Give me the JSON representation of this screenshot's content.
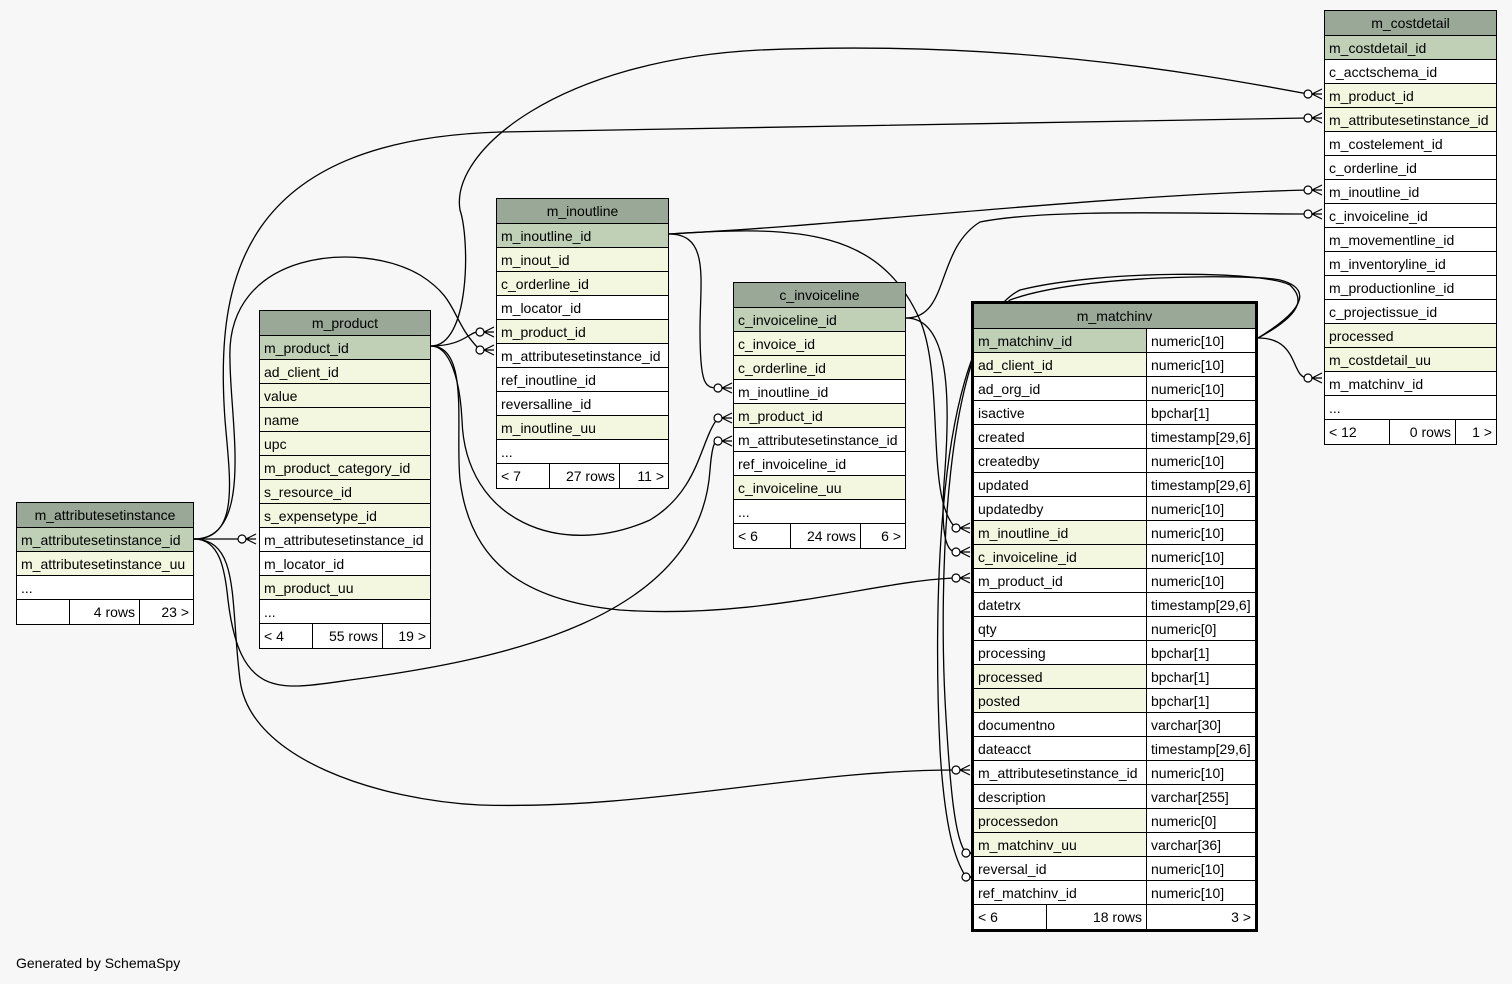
{
  "footer": "Generated by SchemaSpy",
  "tables": {
    "m_attributesetinstance": {
      "name": "m_attributesetinstance",
      "columns": [
        {
          "name": "m_attributesetinstance_id",
          "kind": "pk"
        },
        {
          "name": "m_attributesetinstance_uu",
          "kind": "idx"
        },
        {
          "name": "...",
          "kind": "plain"
        }
      ],
      "footer": {
        "left": "",
        "mid": "4 rows",
        "right": "23 >"
      }
    },
    "m_product": {
      "name": "m_product",
      "columns": [
        {
          "name": "m_product_id",
          "kind": "pk"
        },
        {
          "name": "ad_client_id",
          "kind": "idx"
        },
        {
          "name": "value",
          "kind": "idx"
        },
        {
          "name": "name",
          "kind": "idx"
        },
        {
          "name": "upc",
          "kind": "idx"
        },
        {
          "name": "m_product_category_id",
          "kind": "idx"
        },
        {
          "name": "s_resource_id",
          "kind": "idx"
        },
        {
          "name": "s_expensetype_id",
          "kind": "idx"
        },
        {
          "name": "m_attributesetinstance_id",
          "kind": "plain"
        },
        {
          "name": "m_locator_id",
          "kind": "plain"
        },
        {
          "name": "m_product_uu",
          "kind": "idx"
        },
        {
          "name": "...",
          "kind": "plain"
        }
      ],
      "footer": {
        "left": "< 4",
        "mid": "55 rows",
        "right": "19 >"
      }
    },
    "m_inoutline": {
      "name": "m_inoutline",
      "columns": [
        {
          "name": "m_inoutline_id",
          "kind": "pk"
        },
        {
          "name": "m_inout_id",
          "kind": "idx"
        },
        {
          "name": "c_orderline_id",
          "kind": "idx"
        },
        {
          "name": "m_locator_id",
          "kind": "plain"
        },
        {
          "name": "m_product_id",
          "kind": "idx"
        },
        {
          "name": "m_attributesetinstance_id",
          "kind": "plain"
        },
        {
          "name": "ref_inoutline_id",
          "kind": "plain"
        },
        {
          "name": "reversalline_id",
          "kind": "plain"
        },
        {
          "name": "m_inoutline_uu",
          "kind": "idx"
        },
        {
          "name": "...",
          "kind": "plain"
        }
      ],
      "footer": {
        "left": "< 7",
        "mid": "27 rows",
        "right": "11 >"
      }
    },
    "c_invoiceline": {
      "name": "c_invoiceline",
      "columns": [
        {
          "name": "c_invoiceline_id",
          "kind": "pk"
        },
        {
          "name": "c_invoice_id",
          "kind": "idx"
        },
        {
          "name": "c_orderline_id",
          "kind": "idx"
        },
        {
          "name": "m_inoutline_id",
          "kind": "plain"
        },
        {
          "name": "m_product_id",
          "kind": "idx"
        },
        {
          "name": "m_attributesetinstance_id",
          "kind": "plain"
        },
        {
          "name": "ref_invoiceline_id",
          "kind": "plain"
        },
        {
          "name": "c_invoiceline_uu",
          "kind": "idx"
        },
        {
          "name": "...",
          "kind": "plain"
        }
      ],
      "footer": {
        "left": "< 6",
        "mid": "24 rows",
        "right": "6 >"
      }
    },
    "m_matchinv": {
      "name": "m_matchinv",
      "columns": [
        {
          "name": "m_matchinv_id",
          "type": "numeric[10]",
          "kind": "pk"
        },
        {
          "name": "ad_client_id",
          "type": "numeric[10]",
          "kind": "idx"
        },
        {
          "name": "ad_org_id",
          "type": "numeric[10]",
          "kind": "plain"
        },
        {
          "name": "isactive",
          "type": "bpchar[1]",
          "kind": "plain"
        },
        {
          "name": "created",
          "type": "timestamp[29,6]",
          "kind": "plain"
        },
        {
          "name": "createdby",
          "type": "numeric[10]",
          "kind": "plain"
        },
        {
          "name": "updated",
          "type": "timestamp[29,6]",
          "kind": "plain"
        },
        {
          "name": "updatedby",
          "type": "numeric[10]",
          "kind": "plain"
        },
        {
          "name": "m_inoutline_id",
          "type": "numeric[10]",
          "kind": "idx"
        },
        {
          "name": "c_invoiceline_id",
          "type": "numeric[10]",
          "kind": "idx"
        },
        {
          "name": "m_product_id",
          "type": "numeric[10]",
          "kind": "plain"
        },
        {
          "name": "datetrx",
          "type": "timestamp[29,6]",
          "kind": "plain"
        },
        {
          "name": "qty",
          "type": "numeric[0]",
          "kind": "plain"
        },
        {
          "name": "processing",
          "type": "bpchar[1]",
          "kind": "plain"
        },
        {
          "name": "processed",
          "type": "bpchar[1]",
          "kind": "idx"
        },
        {
          "name": "posted",
          "type": "bpchar[1]",
          "kind": "idx"
        },
        {
          "name": "documentno",
          "type": "varchar[30]",
          "kind": "plain"
        },
        {
          "name": "dateacct",
          "type": "timestamp[29,6]",
          "kind": "plain"
        },
        {
          "name": "m_attributesetinstance_id",
          "type": "numeric[10]",
          "kind": "plain"
        },
        {
          "name": "description",
          "type": "varchar[255]",
          "kind": "plain"
        },
        {
          "name": "processedon",
          "type": "numeric[0]",
          "kind": "idx"
        },
        {
          "name": "m_matchinv_uu",
          "type": "varchar[36]",
          "kind": "idx"
        },
        {
          "name": "reversal_id",
          "type": "numeric[10]",
          "kind": "plain"
        },
        {
          "name": "ref_matchinv_id",
          "type": "numeric[10]",
          "kind": "plain"
        }
      ],
      "footer": {
        "left": "< 6",
        "mid": "18 rows",
        "right": "3 >"
      }
    },
    "m_costdetail": {
      "name": "m_costdetail",
      "columns": [
        {
          "name": "m_costdetail_id",
          "kind": "pk"
        },
        {
          "name": "c_acctschema_id",
          "kind": "plain"
        },
        {
          "name": "m_product_id",
          "kind": "idx"
        },
        {
          "name": "m_attributesetinstance_id",
          "kind": "idx"
        },
        {
          "name": "m_costelement_id",
          "kind": "plain"
        },
        {
          "name": "c_orderline_id",
          "kind": "plain"
        },
        {
          "name": "m_inoutline_id",
          "kind": "plain"
        },
        {
          "name": "c_invoiceline_id",
          "kind": "plain"
        },
        {
          "name": "m_movementline_id",
          "kind": "plain"
        },
        {
          "name": "m_inventoryline_id",
          "kind": "plain"
        },
        {
          "name": "m_productionline_id",
          "kind": "plain"
        },
        {
          "name": "c_projectissue_id",
          "kind": "plain"
        },
        {
          "name": "processed",
          "kind": "idx"
        },
        {
          "name": "m_costdetail_uu",
          "kind": "idx"
        },
        {
          "name": "m_matchinv_id",
          "kind": "plain"
        },
        {
          "name": "...",
          "kind": "plain"
        }
      ],
      "footer": {
        "left": "< 12",
        "mid": "0 rows",
        "right": "1 >"
      }
    }
  }
}
